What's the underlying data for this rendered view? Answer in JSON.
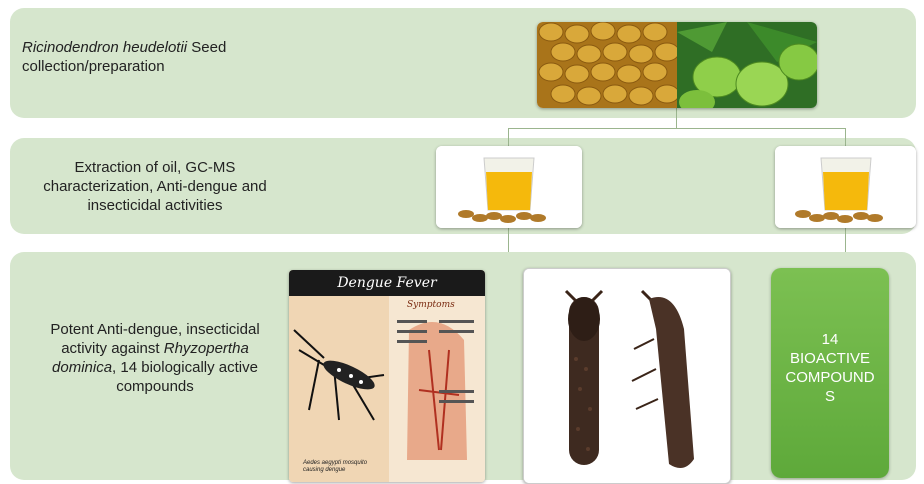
{
  "steps": [
    {
      "label_italic": "Ricinodendron heudelotii",
      "label": " Seed collection/preparation"
    },
    {
      "label": "Extraction of oil, GC-MS characterization, Anti-dengue and insecticidal activities"
    },
    {
      "label_pre": "Potent Anti-dengue, insecticidal activity against ",
      "label_italic": "Rhyzopertha dominica",
      "label_post": ", 14 biologically active compounds"
    }
  ],
  "dengue_poster": {
    "title": "Dengue Fever",
    "subtitle": "Symptoms",
    "caption": "Aedes aegypti mosquito causing dengue"
  },
  "compounds_box": {
    "lines": [
      "14",
      "BIOACTIVE",
      "COMPOUND",
      "S"
    ],
    "color": "#66b040"
  },
  "colors": {
    "band": "#d6e6cd",
    "connector": "#9bb58e"
  }
}
